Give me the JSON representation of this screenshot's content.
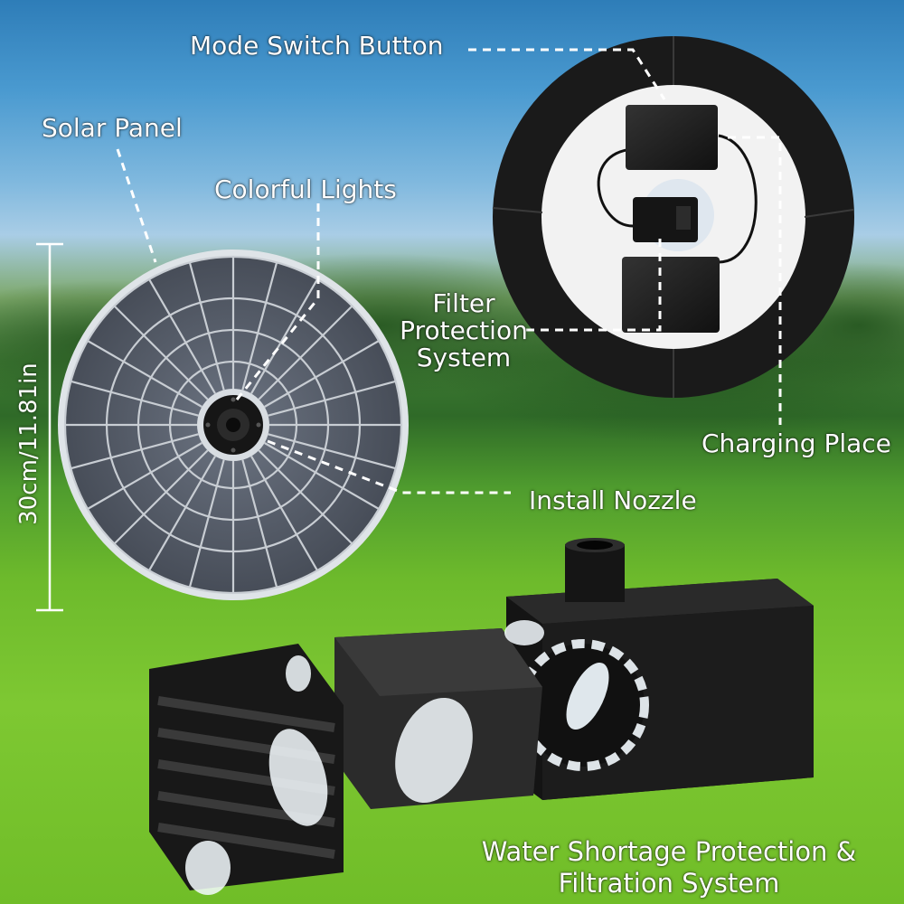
{
  "labels": {
    "mode_switch": "Mode Switch Button",
    "solar_panel": "Solar Panel",
    "colorful_lights": "Colorful Lights",
    "filter_protection_line1": "Filter",
    "filter_protection_line2": "Protection",
    "filter_protection_line3": "System",
    "charging_place": "Charging Place",
    "install_nozzle": "Install Nozzle",
    "water_shortage_line1": "Water Shortage Protection &",
    "water_shortage_line2": "Filtration System",
    "dimension": "30cm/11.81in"
  },
  "colors": {
    "panel_cell": "#5b6270",
    "panel_frame": "#e8ecef",
    "device_black": "#1c1c1c",
    "label_text": "#ffffff"
  }
}
